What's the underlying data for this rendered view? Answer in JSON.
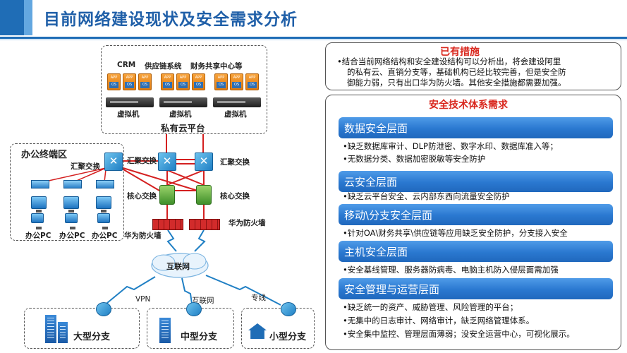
{
  "title": "目前网络建设现状及安全需求分析",
  "diagram": {
    "apps": [
      "CRM",
      "供应链系统",
      "财务共享中心等"
    ],
    "vm_label": "虚拟机",
    "private_cloud": "私有云平台",
    "office_area": "办公终端区",
    "agg_switch": "汇聚交换",
    "core_switch": "核心交换",
    "firewall": "华为防火墙",
    "office_pc": "办公PC",
    "internet": "互联网",
    "links": {
      "vpn": "VPN",
      "internet": "互联网",
      "leased": "专线"
    },
    "branches": [
      "大型分支",
      "中型分支",
      "小型分支"
    ]
  },
  "existing": {
    "title": "已有措施",
    "lines": [
      "•结合当前网络结构和安全建设结构可以分析出，将会建设阿里",
      "的私有云、直销分支等，基础机构已经比较完善，但是安全防",
      "御能力弱，只有出口华为防火墙。其他安全措施都需要加强。"
    ]
  },
  "requirements": {
    "title": "安全技术体系需求",
    "sections": [
      {
        "name": "数据安全层面",
        "bullets": [
          "•缺乏数据库审计、DLP防泄密、数字水印、数据库准入等；",
          "•无数据分类、数据加密脱敏等安全防护"
        ]
      },
      {
        "name": "云安全层面",
        "bullets": [
          "•缺乏云平台安全、云内部东西向流量安全防护"
        ]
      },
      {
        "name": "移动\\分支安全层面",
        "bullets": [
          "•针对OA\\财务共享\\供应链等应用缺乏安全防护，分支接入安全"
        ]
      },
      {
        "name": "主机安全层面",
        "bullets": [
          "•安全基线管理、服务器防病毒、电脑主机防入侵层面需加强"
        ]
      },
      {
        "name": "安全管理与运营层面",
        "bullets": [
          "•缺乏统一的资产、威胁管理、风险管理的平台；",
          "•无集中的日志审计、网络审计，缺乏网络管理体系。",
          "•安全集中监控、管理层面薄弱；没安全运营中心，可视化展示。"
        ]
      }
    ]
  },
  "colors": {
    "accent": "#1f6db6",
    "heading_red": "#d9261c",
    "bar_blue": "#2a78d0"
  }
}
